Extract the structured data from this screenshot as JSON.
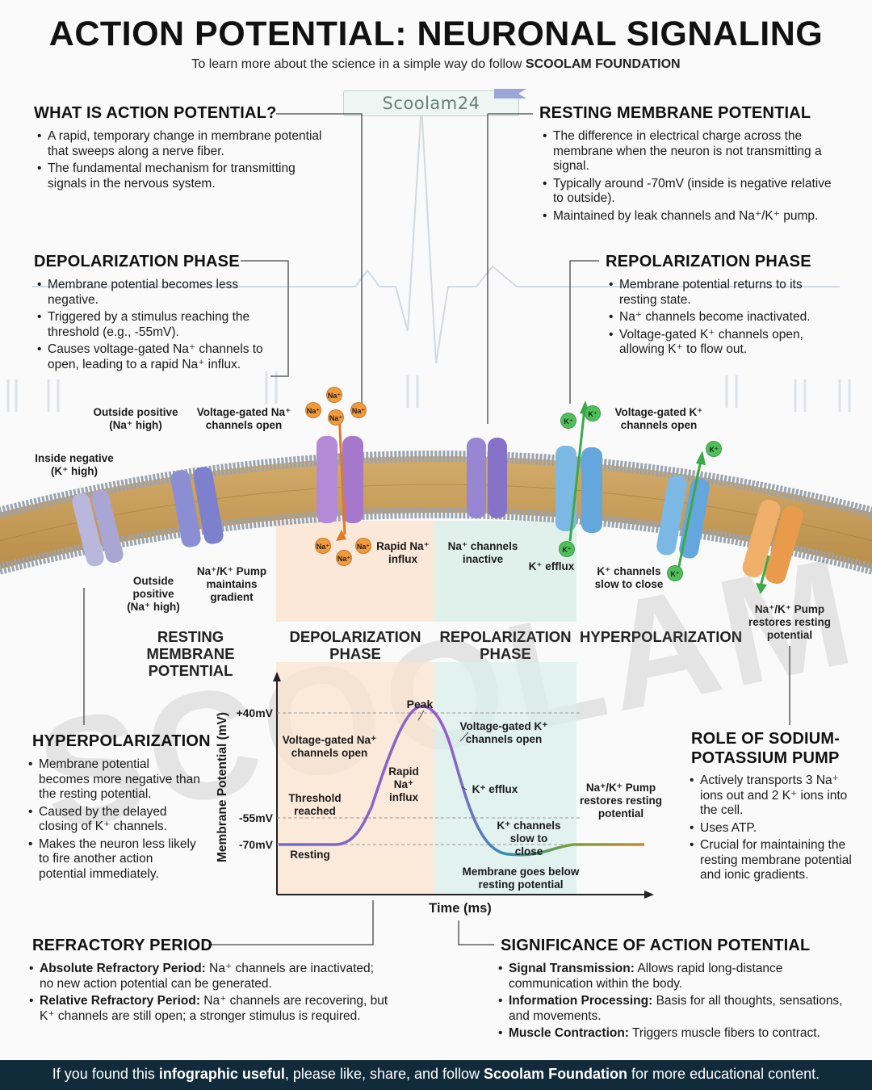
{
  "header": {
    "title": "ACTION POTENTIAL: NEURONAL SIGNALING",
    "subtitle_pre": "To learn more about the science in a simple way do follow ",
    "subtitle_brand": "SCOOLAM FOUNDATION",
    "tag": "Scoolam24"
  },
  "what_is": {
    "heading": "WHAT IS ACTION POTENTIAL?",
    "bullets": [
      "A rapid, temporary change in membrane potential that sweeps along a nerve fiber.",
      "The fundamental mechanism for transmitting signals in the nervous system."
    ]
  },
  "resting": {
    "heading": "RESTING MEMBRANE POTENTIAL",
    "bullets": [
      "The difference in electrical charge across the membrane when the neuron is not transmitting a signal.",
      "Typically around -70mV (inside is negative relative to outside).",
      "Maintained by leak channels and Na⁺/K⁺ pump."
    ]
  },
  "depolarization": {
    "heading": "DEPOLARIZATION PHASE",
    "bullets": [
      "Membrane potential becomes less negative.",
      "Triggered by a stimulus reaching the threshold (e.g., -55mV).",
      "Causes voltage-gated Na⁺ channels to open, leading to a rapid Na⁺ influx."
    ]
  },
  "repolarization": {
    "heading": "REPOLARIZATION PHASE",
    "bullets": [
      "Membrane potential returns to its resting state.",
      "Na⁺ channels become inactivated.",
      "Voltage-gated K⁺ channels open, allowing K⁺ to flow out."
    ]
  },
  "membrane_labels": {
    "inside_negative": "Inside negative (K⁺ high)",
    "outside_positive_top": "Outside positive (Na⁺ high)",
    "na_channels_open": "Voltage-gated Na⁺ channels open",
    "k_channels_open": "Voltage-gated K⁺ channels open",
    "outside_positive_bottom": "Outside positive (Na⁺ high)",
    "pump_maintains": "Na⁺/K⁺ Pump maintains gradient",
    "rapid_influx": "Rapid Na⁺ influx",
    "na_inactive": "Na⁺ channels inactive",
    "k_efflux": "K⁺ efflux",
    "k_slow_close": "K⁺ channels slow to close",
    "pump_restores": "Na⁺/K⁺ Pump restores resting potential",
    "ion_na": "Na⁺",
    "ion_k": "K⁺"
  },
  "phases": {
    "resting": "RESTING MEMBRANE POTENTIAL",
    "depolarization": "DEPOLARIZATION PHASE",
    "repolarization": "REPOLARIZATION PHASE",
    "hyperpolarization": "HYPERPOLARIZATION"
  },
  "graph": {
    "ylabel": "Membrane Potential (mV)",
    "xlabel": "Time (ms)",
    "ticks": [
      "+40mV",
      "-55mV",
      "-70mV"
    ],
    "annotations": {
      "peak": "Peak",
      "na_open": "Voltage-gated Na⁺ channels open",
      "rapid_influx": "Rapid Na⁺ influx",
      "threshold": "Threshold reached",
      "resting": "Resting",
      "k_open": "Voltage-gated K⁺ channels open",
      "k_efflux": "K⁺ efflux",
      "pump": "Na⁺/K⁺ Pump restores resting potential",
      "k_slow": "K⁺ channels slow to close",
      "below": "Membrane goes below resting potential"
    }
  },
  "hyperpolarization": {
    "heading": "HYPERPOLARIZATION",
    "bullets": [
      "Membrane potential becomes more negative than the resting potential.",
      "Caused by the delayed closing of K⁺ channels.",
      "Makes the neuron less likely to fire another action potential immediately."
    ]
  },
  "pump_role": {
    "heading": "ROLE OF SODIUM-POTASSIUM PUMP",
    "bullets": [
      "Actively transports 3 Na⁺ ions out and 2 K⁺ ions into the cell.",
      "Uses ATP.",
      "Crucial for maintaining the resting membrane potential and ionic gradients."
    ]
  },
  "refractory": {
    "heading": "REFRACTORY PERIOD",
    "items": [
      {
        "term": "Absolute Refractory Period:",
        "text": " Na⁺ channels are inactivated; no new action potential can be generated."
      },
      {
        "term": "Relative Refractory Period:",
        "text": " Na⁺ channels are recovering, but K⁺ channels are still open; a stronger stimulus is required."
      }
    ]
  },
  "significance": {
    "heading": "SIGNIFICANCE OF ACTION POTENTIAL",
    "items": [
      {
        "term": "Signal Transmission:",
        "text": " Allows rapid long-distance communication within the body."
      },
      {
        "term": "Information Processing:",
        "text": " Basis for all thoughts, sensations, and movements."
      },
      {
        "term": "Muscle Contraction:",
        "text": " Triggers muscle fibers to contract."
      }
    ]
  },
  "watermark": "SCOOLAM",
  "footer": {
    "pre": "If you found this ",
    "bold1": "infographic useful",
    "mid": ", please like, share, and follow ",
    "bold2": "Scoolam Foundation",
    "post": " for more educational content."
  },
  "colors": {
    "na_ion": "#f29a3a",
    "k_ion": "#4fbf5a",
    "lipid": "#c9a15f",
    "depol_band": "#fbe4cf",
    "repol_band": "#d9efe9"
  }
}
